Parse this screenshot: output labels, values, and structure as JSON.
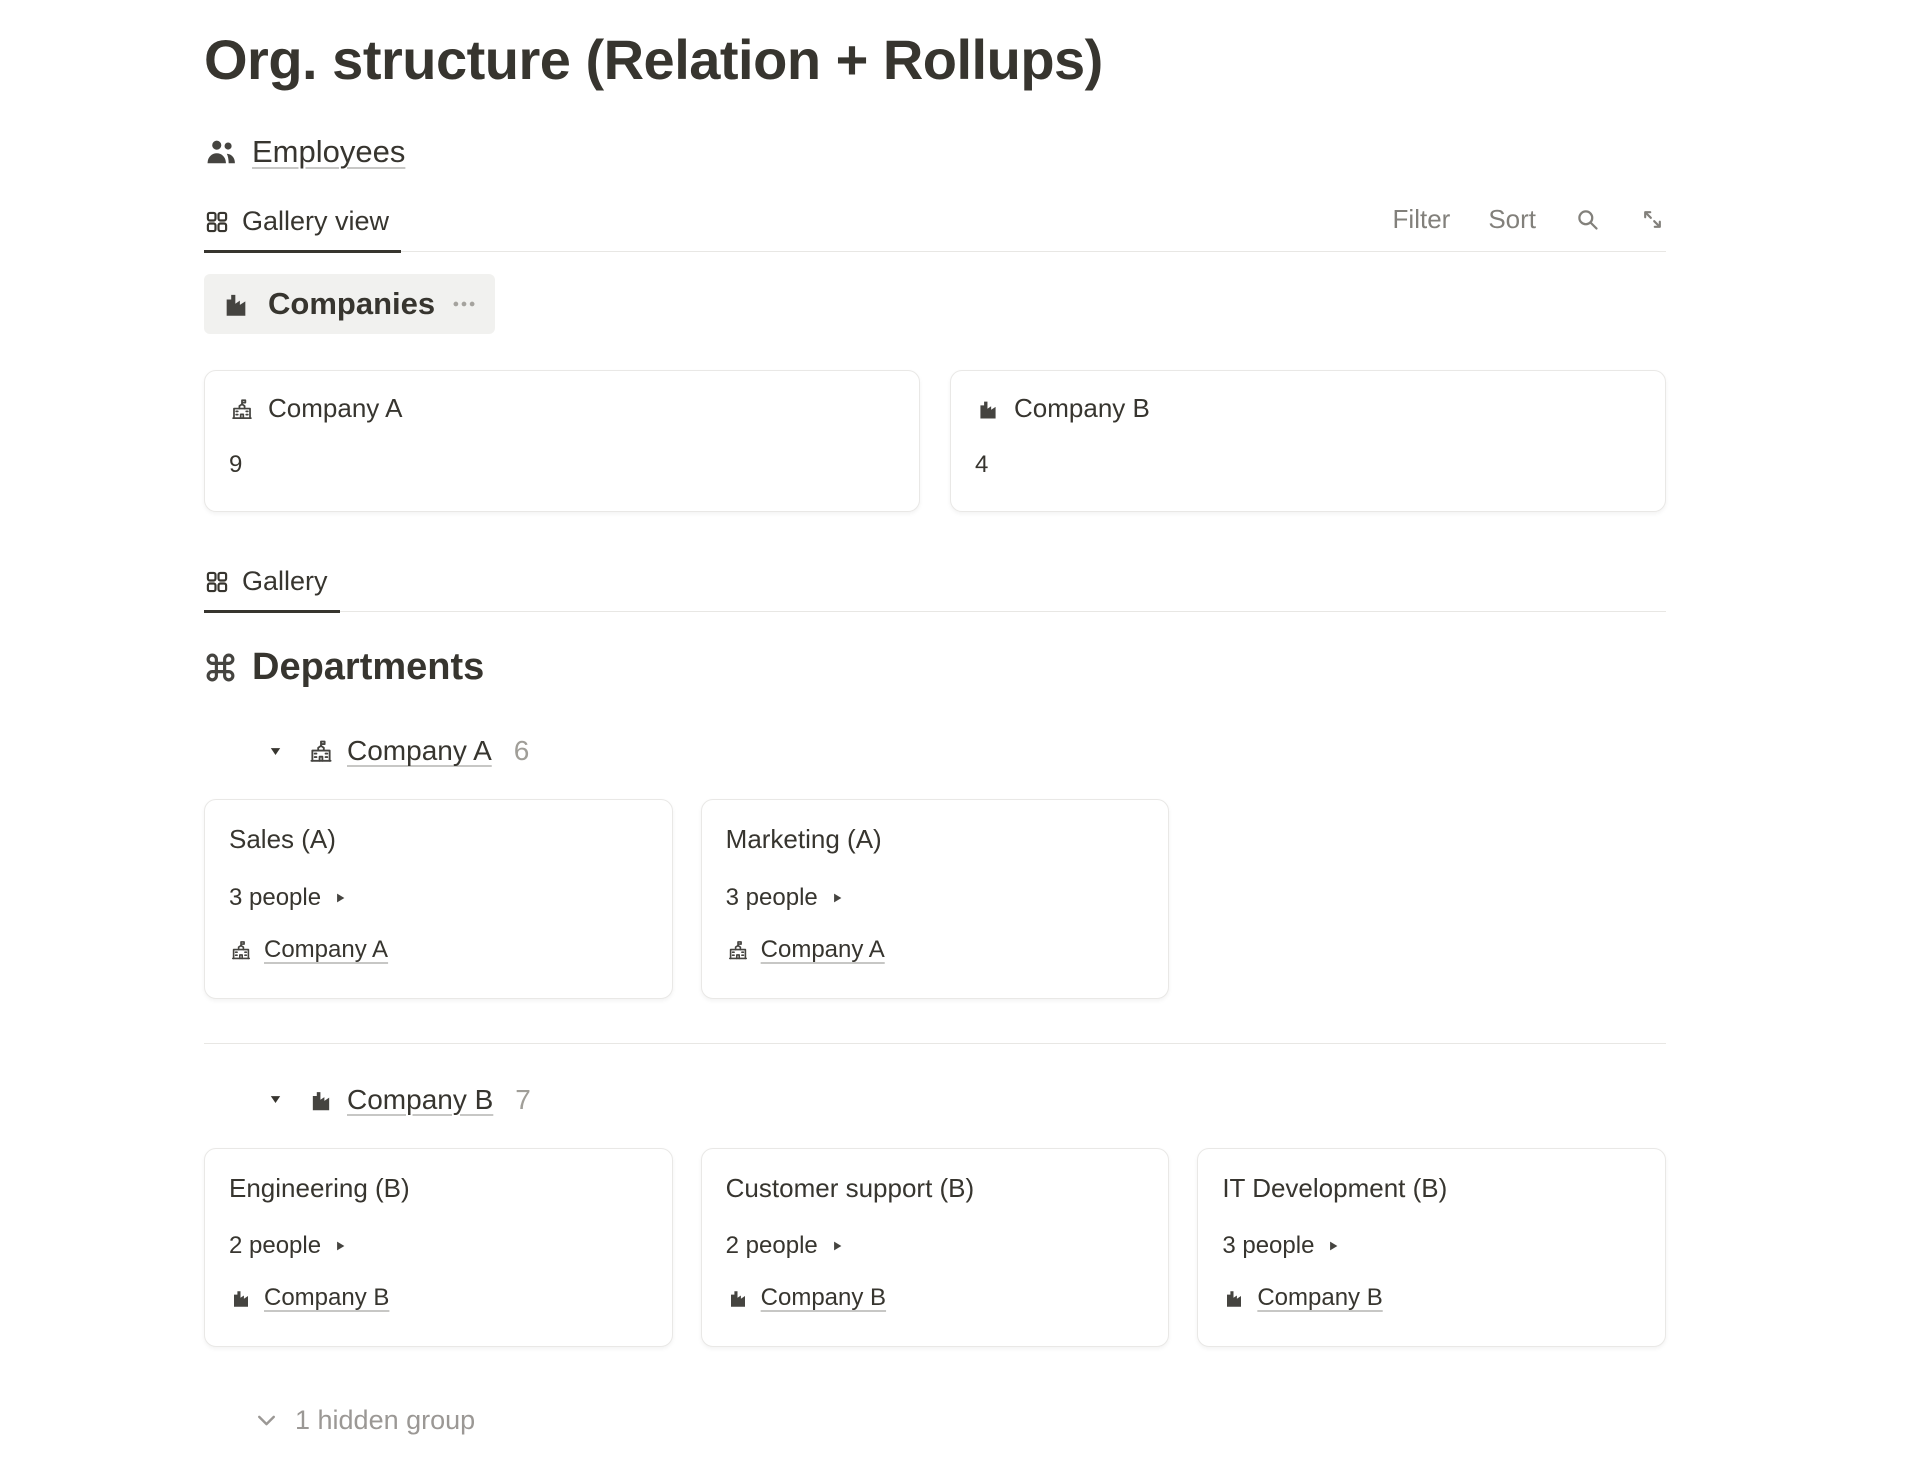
{
  "page": {
    "title": "Org. structure (Relation + Rollups)"
  },
  "breadcrumb_link": {
    "label": "Employees",
    "icon": "people-icon"
  },
  "toolbar": {
    "tab_label": "Gallery view",
    "tab_icon": "gallery-grid-icon",
    "filter_label": "Filter",
    "sort_label": "Sort",
    "search_icon": "search-icon",
    "expand_icon": "expand-icon"
  },
  "companies_section": {
    "title": "Companies",
    "title_icon": "factory-icon",
    "menu_icon": "ellipsis-icon",
    "cards": [
      {
        "title": "Company A",
        "icon": "school-building-icon",
        "rollup_value": "9"
      },
      {
        "title": "Company B",
        "icon": "factory-icon",
        "rollup_value": "4"
      }
    ]
  },
  "departments_section": {
    "tab_label": "Gallery",
    "tab_icon": "gallery-grid-icon",
    "title": "Departments",
    "title_icon": "command-icon",
    "groups": [
      {
        "label": "Company A",
        "icon": "school-building-icon",
        "count": "6",
        "cards": [
          {
            "title": "Sales (A)",
            "people": "3 people",
            "relation": "Company A",
            "relation_icon": "school-building-icon"
          },
          {
            "title": "Marketing (A)",
            "people": "3 people",
            "relation": "Company A",
            "relation_icon": "school-building-icon"
          }
        ]
      },
      {
        "label": "Company B",
        "icon": "factory-icon",
        "count": "7",
        "cards": [
          {
            "title": "Engineering (B)",
            "people": "2 people",
            "relation": "Company B",
            "relation_icon": "factory-icon"
          },
          {
            "title": "Customer support (B)",
            "people": "2 people",
            "relation": "Company B",
            "relation_icon": "factory-icon"
          },
          {
            "title": "IT Development (B)",
            "people": "3 people",
            "relation": "Company B",
            "relation_icon": "factory-icon"
          }
        ]
      }
    ],
    "hidden_group": {
      "label": "1 hidden group",
      "icon": "chevron-down-icon"
    }
  },
  "colors": {
    "text": "#37352f",
    "muted": "#82807b",
    "count_gray": "#a09e98",
    "divider": "#e8e7e4",
    "chip_bg": "#f1f1ef",
    "card_border": "#e9e8e6"
  }
}
